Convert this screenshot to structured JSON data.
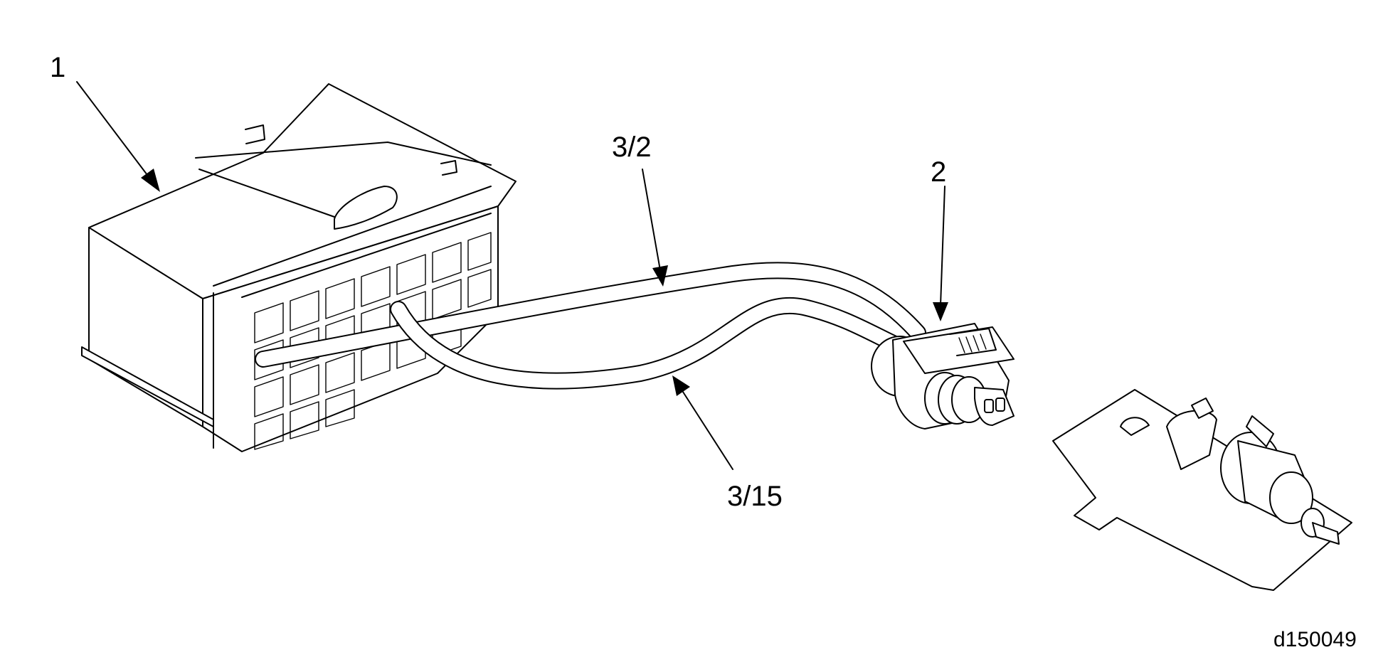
{
  "callouts": {
    "item1": "1",
    "item2": "2",
    "wire_a": "3/2",
    "wire_b": "3/15"
  },
  "figure_id": "d150049"
}
